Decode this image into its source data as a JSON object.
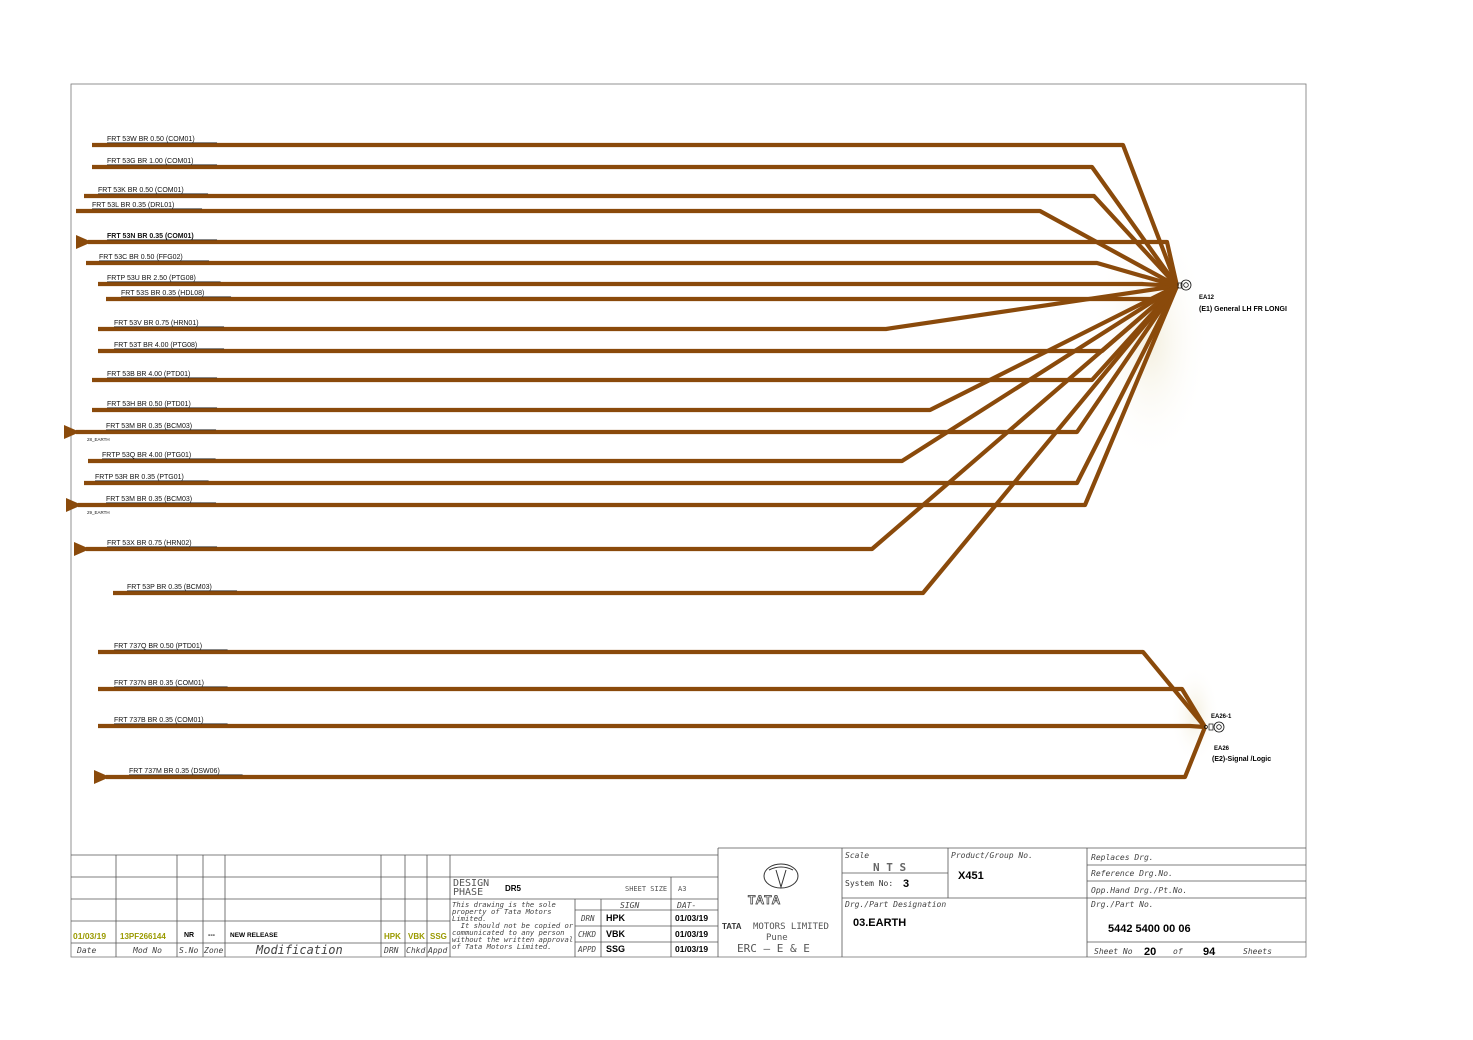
{
  "group1_wires": [
    {
      "label": "FRT   53W   BR   0.50   (COM01)",
      "arrow": false
    },
    {
      "label": "FRT   53G   BR   1.00   (COM01)",
      "arrow": false
    },
    {
      "label": "FRT   53K   BR   0.50   (COM01)",
      "arrow": false
    },
    {
      "label": "FRT   53L   BR   0.35   (DRL01)",
      "arrow": false
    },
    {
      "label": "FRT   53N   BR   0.35   (COM01)",
      "arrow": true
    },
    {
      "label": "FRT   53C   BR   0.50   (FFG02)",
      "arrow": false
    },
    {
      "label": "FRTP   53U   BR   2.50   (PTG08)",
      "arrow": false
    },
    {
      "label": "FRT   53S   BR   0.35   (HDL08)",
      "arrow": false
    },
    {
      "label": "FRT   53V   BR   0.75   (HRN01)",
      "arrow": false
    },
    {
      "label": "FRT   53T   BR   4.00   (PTG08)",
      "arrow": false
    },
    {
      "label": "FRT   53B   BR   4.00   (PTD01)",
      "arrow": false
    },
    {
      "label": "FRT   53H   BR   0.50   (PTD01)",
      "arrow": false
    },
    {
      "label": "FRT   53M   BR   0.35   (BCM03)",
      "arrow": true,
      "note": "28_EARTH"
    },
    {
      "label": "FRTP   53Q   BR   4.00   (PTG01)",
      "arrow": false
    },
    {
      "label": "FRTP   53R   BR   0.35   (PTG01)",
      "arrow": false
    },
    {
      "label": "FRT   53M   BR   0.35   (BCM03)",
      "arrow": true,
      "note": "29_EARTH"
    },
    {
      "label": "FRT   53X   BR   0.75   (HRN02)",
      "arrow": true
    },
    {
      "label": "FRT   53P   BR   0.35   (BCM03)",
      "arrow": false
    }
  ],
  "group2_wires": [
    {
      "label": "FRT   737Q   BR   0.50   (PTD01)",
      "arrow": false
    },
    {
      "label": "FRT   737N   BR   0.35   (COM01)",
      "arrow": false
    },
    {
      "label": "FRT   737B   BR   0.35   (COM01)",
      "arrow": false
    },
    {
      "label": "FRT   737M   BR   0.35   (DSW06)",
      "arrow": true
    }
  ],
  "ground1": {
    "id": "EA12",
    "desc": "(E1) General LH FR LONGI"
  },
  "ground2": {
    "connector": "EA26-1",
    "id": "EA26",
    "desc": "(E2)-Signal /Logic"
  },
  "colors": {
    "wire": "#8a4a0b",
    "revision": "#9a9a00"
  },
  "title_block": {
    "revision": {
      "date": "01/03/19",
      "mod_no": "13PF266144",
      "sno": "NR",
      "zone": "---",
      "modification": "NEW RELEASE",
      "drn": "HPK",
      "chkd": "VBK",
      "appd": "SSG"
    },
    "rev_headers": {
      "date": "Date",
      "mod_no": "Mod No",
      "sno": "S.No",
      "zone": "Zone",
      "modification": "Modification",
      "drn": "DRN",
      "chkd": "Chkd",
      "appd": "Appd"
    },
    "design_phase_label_1": "DESIGN",
    "design_phase_label_2": "PHASE",
    "design_phase": "DR5",
    "sheet_size_label": "SHEET SIZE",
    "sheet_size": "A3",
    "property_text": [
      "This drawing is the sole",
      "property of Tata Motors",
      "Limited.",
      "  It should not be copied or",
      "communicated to any person",
      "without the written approval",
      "of Tata Motors Limited."
    ],
    "sign_label": "SIGN",
    "date_label": "DAT-",
    "signers": [
      {
        "role": "DRN",
        "name": "HPK",
        "date": "01/03/19"
      },
      {
        "role": "CHKD",
        "name": "VBK",
        "date": "01/03/19"
      },
      {
        "role": "APPD",
        "name": "SSG",
        "date": "01/03/19"
      }
    ],
    "company_logo": "TATA",
    "company_line": "MOTORS LIMITED",
    "city": "Pune",
    "dept": "ERC — E & E",
    "scale_label": "Scale",
    "scale": "N T S",
    "system_no_label": "System No:",
    "system_no": "3",
    "product_group_label": "Product/Group No.",
    "product_group": "X451",
    "designation_label": "Drg./Part Designation",
    "designation": "03.EARTH",
    "replaces_label": "Replaces Drg.",
    "reference_label": "Reference Drg.No.",
    "opp_hand_label": "Opp.Hand Drg./Pt.No.",
    "part_no_label": "Drg./Part No.",
    "part_no": "5442 5400 00 06",
    "sheet_no_label": "Sheet No",
    "sheet_no": "20",
    "of_label": "of",
    "total_sheets": "94",
    "sheets_label": "Sheets"
  }
}
